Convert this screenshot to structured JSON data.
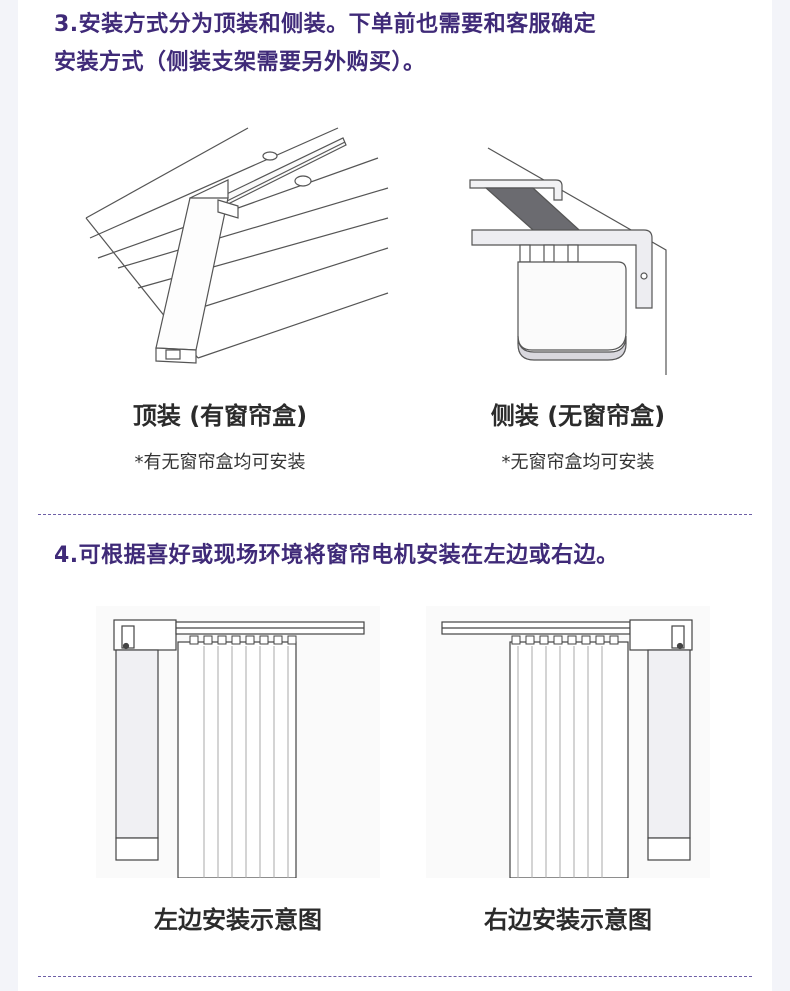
{
  "section3": {
    "title_line1": "3.安装方式分为顶装和侧装。下单前也需要和客服确定",
    "title_line2": "安装方式（侧装支架需要另外购买）。",
    "options": [
      {
        "caption": "顶装 (有窗帘盒)",
        "note": "*有无窗帘盒均可安装"
      },
      {
        "caption": "侧装 (无窗帘盒)",
        "note": "*无窗帘盒均可安装"
      }
    ]
  },
  "section4": {
    "title": "4.可根据喜好或现场环境将窗帘电机安装在左边或右边。",
    "options": [
      {
        "caption": "左边安装示意图"
      },
      {
        "caption": "右边安装示意图"
      }
    ]
  },
  "colors": {
    "accent": "#3f2a78",
    "divider": "#6d5fa6"
  }
}
